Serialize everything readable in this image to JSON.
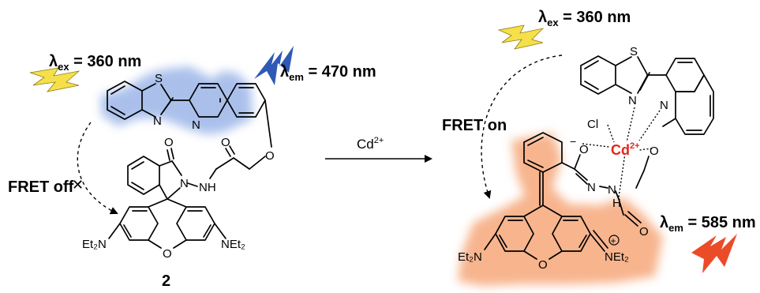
{
  "left": {
    "ex_symbol": "λ",
    "ex_sub": "ex",
    "ex_value": " = 360 nm",
    "em_symbol": "λ",
    "em_sub": "em",
    "em_value": " = 470 nm",
    "fret_label": "FRET off",
    "compound_number": "2",
    "atoms": {
      "s": "S",
      "n_thiazole": "N",
      "n_quinoline": "N",
      "o_ether": "O",
      "o_carbonyl": "O",
      "o_lactam": "O",
      "n_lactam": "N",
      "nh": "NH",
      "o_xanthene": "O",
      "net2_left": "Et₂N",
      "net2_right": "NEt₂"
    }
  },
  "reaction": {
    "reagent": "Cd",
    "reagent_charge": "2+"
  },
  "right": {
    "ex_symbol": "λ",
    "ex_sub": "ex",
    "ex_value": " = 360 nm",
    "em_symbol": "λ",
    "em_sub": "em",
    "em_value": " = 585 nm",
    "fret_label": "FRET on",
    "atoms": {
      "s": "S",
      "n_thiazole": "N",
      "n_quinoline": "N",
      "cl": "Cl",
      "cd": "Cd",
      "cd_charge": "2+",
      "o_minus": "O",
      "minus_sign": "−",
      "o_ether": "O",
      "n_imine": "N",
      "nh_n": "N",
      "nh_h": "H",
      "o_amide": "O",
      "o_xanthene": "O",
      "net2_left": "Et₂N",
      "net2_right": "NEt₂",
      "plus_sign": "+"
    }
  },
  "colors": {
    "glow_blue": "#9cb6e8",
    "glow_orange": "#f6a77a",
    "bolt_yellow": "#f5e04a",
    "bolt_blue": "#2f59b5",
    "bolt_red": "#ea4c28",
    "cadmium_red": "#e1261c"
  }
}
